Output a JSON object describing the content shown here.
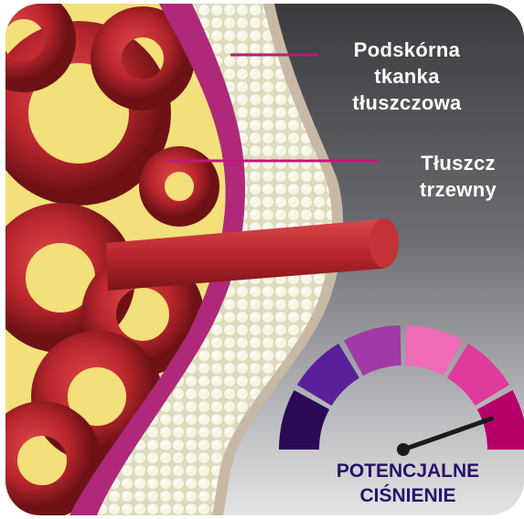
{
  "labels": {
    "subcutaneous_line1": "Podskórna",
    "subcutaneous_line2": "tkanka",
    "subcutaneous_line3": "tłuszczowa",
    "visceral_line1": "Tłuszcz",
    "visceral_line2": "trzewny"
  },
  "gauge": {
    "caption_line1": "POTENCJALNE",
    "caption_line2": "CIŚNIENIE",
    "segment_colors": [
      "#2b0a55",
      "#5a1f9a",
      "#a13aa8",
      "#f06bb6",
      "#e03a9c",
      "#b5006a"
    ],
    "needle_level": 0.95
  },
  "colors": {
    "leader_line": "#c0177a",
    "intestine": "#b8262c",
    "fat_yellow": "#f3e07a",
    "subcutaneous_fat": "#f2f1dc",
    "muscle_wall": "#b0287a"
  }
}
